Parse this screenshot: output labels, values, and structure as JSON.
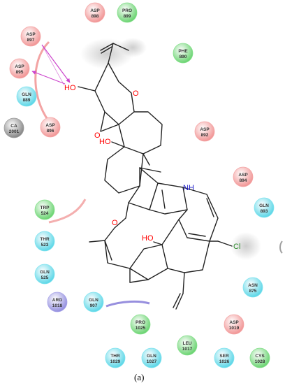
{
  "colors": {
    "acidic": "#f4a5a5",
    "hydrophobic": "#86e08c",
    "polar": "#7fe3ef",
    "basic": "#a9a5e8",
    "metal": "#9c9c9c",
    "bond": "#222222",
    "oxygen": "#ff0000",
    "nitrogen": "#2222cc",
    "chlorine": "#2b8a2b",
    "hbond": "#cc44cc",
    "exposure": "#d0d0d0"
  },
  "residues": [
    {
      "id": "asp898",
      "name": "ASP",
      "num": "898",
      "type": "acidic"
    },
    {
      "id": "pro899",
      "name": "PRO",
      "num": "899",
      "type": "hydrophobic"
    },
    {
      "id": "asp897",
      "name": "ASP",
      "num": "897",
      "type": "acidic"
    },
    {
      "id": "phe890",
      "name": "PHE",
      "num": "890",
      "type": "hydrophobic"
    },
    {
      "id": "asp895",
      "name": "ASP",
      "num": "895",
      "type": "acidic"
    },
    {
      "id": "gln889",
      "name": "GLN",
      "num": "889",
      "type": "polar"
    },
    {
      "id": "ca2001",
      "name": "CA",
      "num": "2001",
      "type": "metal"
    },
    {
      "id": "asp896",
      "name": "ASP",
      "num": "896",
      "type": "acidic"
    },
    {
      "id": "asp892",
      "name": "ASP",
      "num": "892",
      "type": "acidic"
    },
    {
      "id": "asp894",
      "name": "ASP",
      "num": "894",
      "type": "acidic"
    },
    {
      "id": "gln893",
      "name": "GLN",
      "num": "893",
      "type": "polar"
    },
    {
      "id": "trp524",
      "name": "TRP",
      "num": "524",
      "type": "hydrophobic"
    },
    {
      "id": "thr523",
      "name": "THR",
      "num": "523",
      "type": "polar"
    },
    {
      "id": "gln525",
      "name": "GLN",
      "num": "525",
      "type": "polar"
    },
    {
      "id": "asn875",
      "name": "ASN",
      "num": "875",
      "type": "polar"
    },
    {
      "id": "arg1018",
      "name": "ARG",
      "num": "1018",
      "type": "basic"
    },
    {
      "id": "gln907",
      "name": "GLN",
      "num": "907",
      "type": "polar"
    },
    {
      "id": "pro1025",
      "name": "PRO",
      "num": "1025",
      "type": "hydrophobic"
    },
    {
      "id": "asp1019",
      "name": "ASP",
      "num": "1019",
      "type": "acidic"
    },
    {
      "id": "leu1017",
      "name": "LEU",
      "num": "1017",
      "type": "hydrophobic"
    },
    {
      "id": "thr1029",
      "name": "THR",
      "num": "1029",
      "type": "polar"
    },
    {
      "id": "gln1027",
      "name": "GLN",
      "num": "1027",
      "type": "polar"
    },
    {
      "id": "ser1026",
      "name": "SER",
      "num": "1026",
      "type": "polar"
    },
    {
      "id": "cys1028",
      "name": "CYS",
      "num": "1028",
      "type": "hydrophobic"
    }
  ],
  "atoms": {
    "ho_top": "HO",
    "o_pyran": "O",
    "o_epoxide": "O",
    "ho_mid": "HO",
    "nh": "NH",
    "o_ether": "O",
    "ho_low": "HO",
    "cl": "Cl"
  },
  "caption": "(a)"
}
